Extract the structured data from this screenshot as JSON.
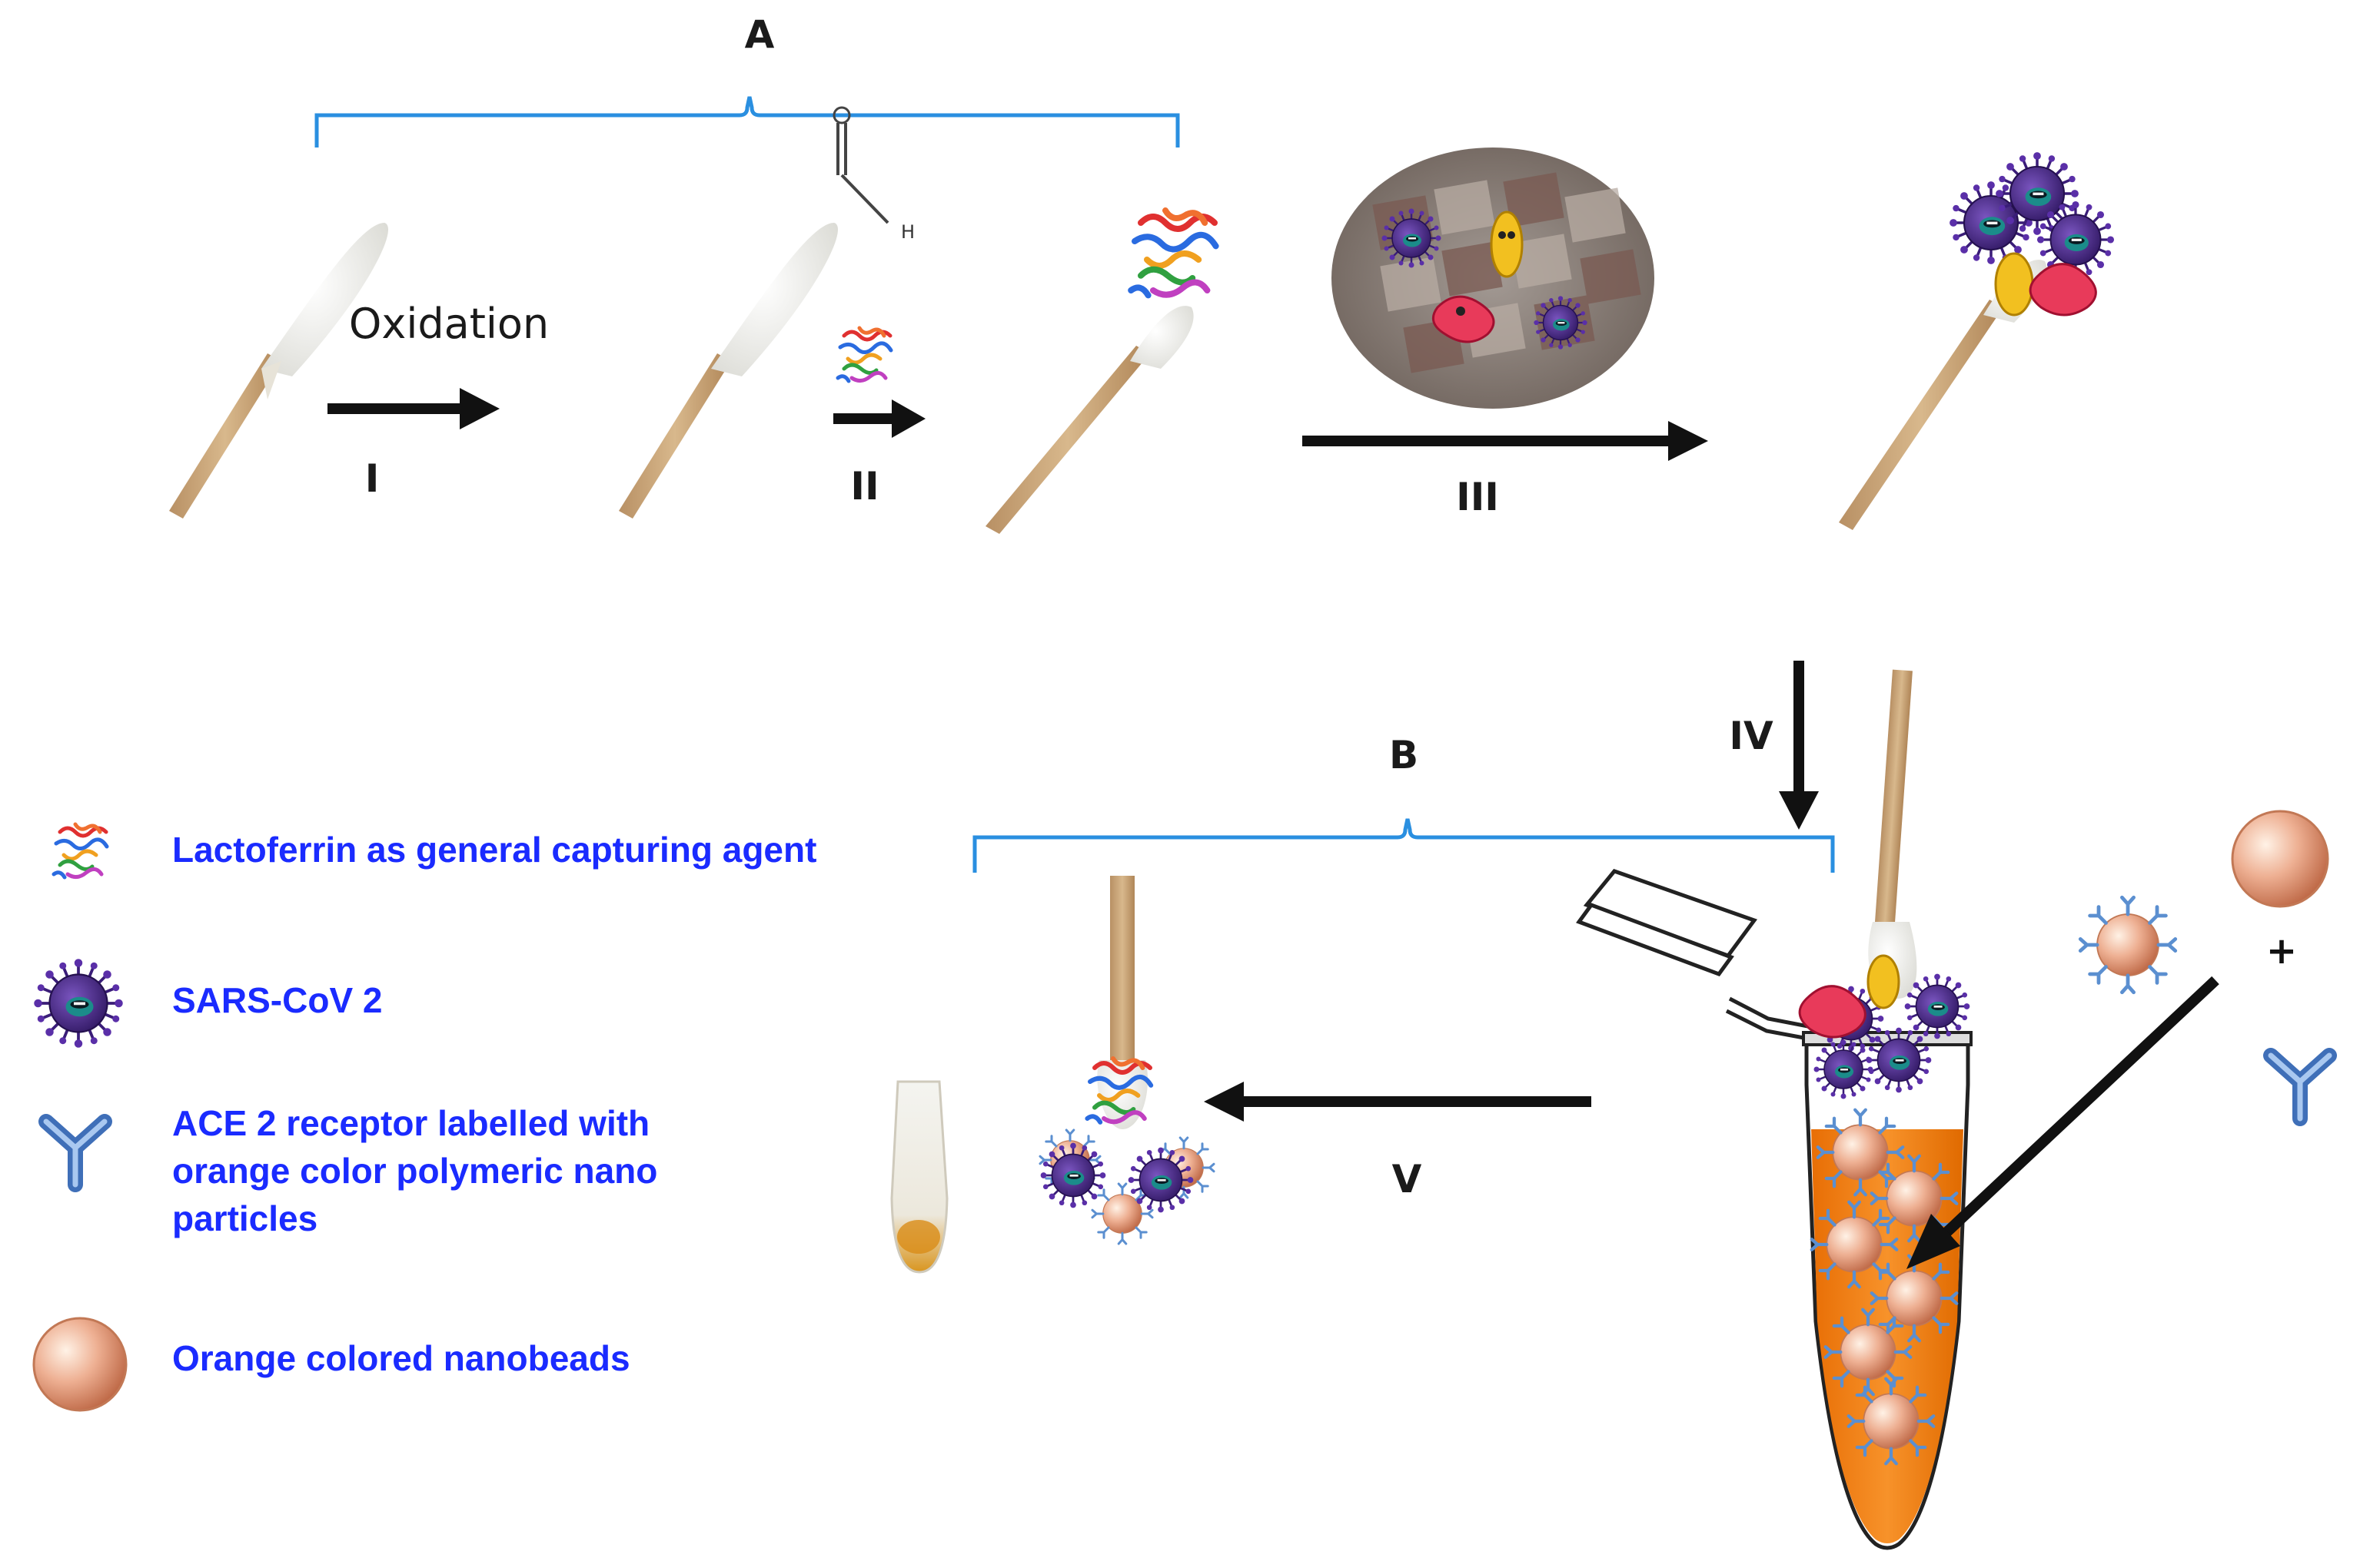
{
  "brackets": {
    "a_label": "A",
    "b_label": "B"
  },
  "steps": {
    "i": "I",
    "ii": "II",
    "iii": "III",
    "iv": "IV",
    "v": "V",
    "oxidation": "Oxidation"
  },
  "chemistry": {
    "oxygen": "O",
    "hydrogen": "H"
  },
  "plus_sign": "+",
  "legend": {
    "lactoferrin": "Lactoferrin as general capturing agent",
    "sars": "SARS-CoV 2",
    "ace2_line1": "ACE 2 receptor labelled with",
    "ace2_line2": "orange color polymeric nano",
    "ace2_line3": "particles",
    "nanobeads": "Orange colored nanobeads"
  },
  "colors": {
    "bracket": "#2a8fe0",
    "legend_text": "#1a2bff",
    "stick": "#c9a57a",
    "cotton": "#f2f2ef",
    "virus": "#4a2a8a",
    "bead": "#e8a88e",
    "antibody": "#5b8fd0",
    "tube_liquid": "#f07d10"
  },
  "icons": [
    "swab-icon",
    "lactoferrin-icon",
    "virus-icon",
    "bacteria-icon",
    "antibody-icon",
    "nanobead-icon",
    "tube-icon",
    "surface-photo-icon"
  ]
}
